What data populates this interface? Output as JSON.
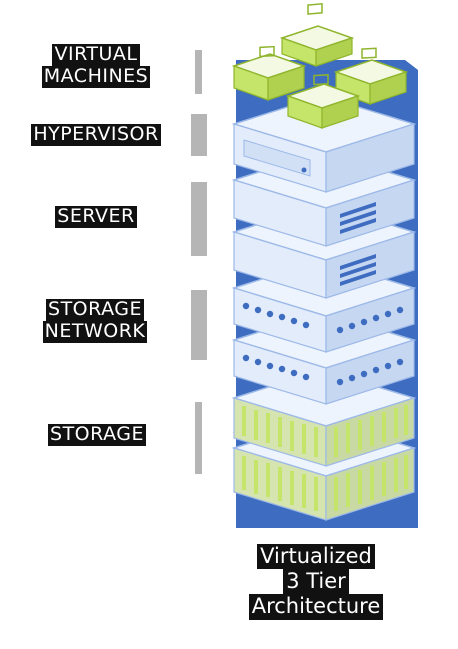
{
  "layers": [
    {
      "id": "vms",
      "lines": [
        "VIRTUAL",
        "MACHINES"
      ]
    },
    {
      "id": "hypervisor",
      "lines": [
        "HYPERVISOR"
      ]
    },
    {
      "id": "server",
      "lines": [
        "SERVER"
      ]
    },
    {
      "id": "storage-network",
      "lines": [
        "STORAGE",
        "NETWORK"
      ]
    },
    {
      "id": "storage",
      "lines": [
        "STORAGE"
      ]
    }
  ],
  "caption": [
    "Virtualized",
    "3 Tier",
    "Architecture"
  ],
  "colors": {
    "stack_outline": "#3d6cc0",
    "shelf_face": "#eef4fd",
    "shelf_side": "#c6d7f2",
    "shelf_edge": "#9db9e8",
    "vm_green": "#c5e46a",
    "vm_green_dark": "#8fb52c",
    "vm_paper": "#f4f9e4",
    "bracket_gray": "#b5b5b5",
    "label_bg": "#111111"
  }
}
